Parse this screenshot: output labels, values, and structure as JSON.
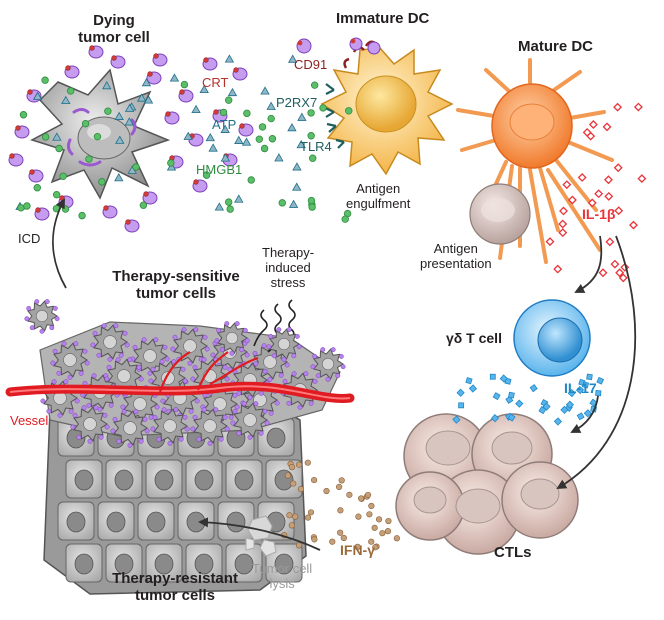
{
  "labels": {
    "dying_tumor_cell": "Dying\ntumor cell",
    "immature_dc": "Immature DC",
    "mature_dc": "Mature DC",
    "crt": "CRT",
    "atp": "ATP",
    "hmgb1": "HMGB1",
    "cd91": "CD91",
    "p2rx7": "P2RX7",
    "tlr4": "TLR4",
    "antigen_engulfment": "Antigen\nengulfment",
    "il1b": "IL-1β",
    "antigen_presentation": "Antigen\npresentation",
    "icd": "ICD",
    "therapy_sensitive": "Therapy-sensitive\ntumor cells",
    "therapy_stress": "Therapy-\ninduced\nstress",
    "gd_t_cell": "γδ T cell",
    "il17": "IL-17",
    "vessel": "Vessel",
    "ctls": "CTLs",
    "ifng": "IFN-γ",
    "tumor_lysis": "Tumor cell\nlysis",
    "therapy_resistant": "Therapy-resistant\ntumor cells"
  },
  "colors": {
    "crt": "#b5312c",
    "atp": "#1f6f8b",
    "hmgb1": "#2e8b3e",
    "cd91": "#8b2323",
    "receptor": "#1f5f5f",
    "il1b": "#e8343a",
    "il17": "#1e88c8",
    "ifng": "#9a6a3a",
    "vessel": "#e01b22",
    "lysis": "#9a9a9a",
    "text": "#231f20"
  }
}
